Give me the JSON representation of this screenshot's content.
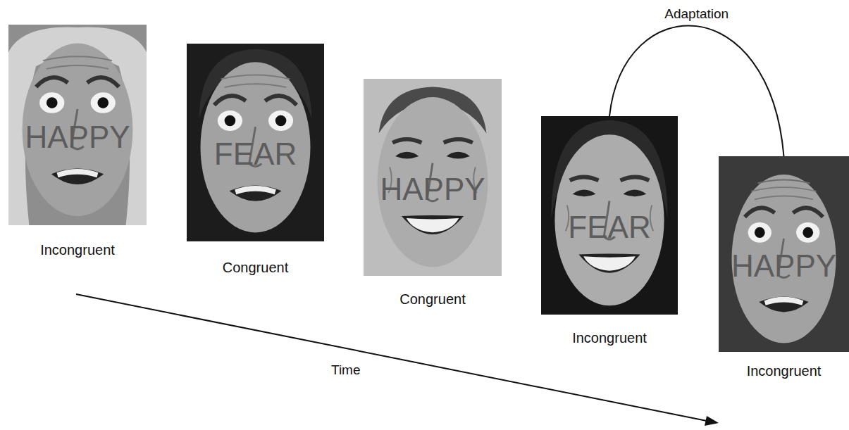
{
  "diagram": {
    "nodes": [
      {
        "text": [
          "HAPPY",
          "Incongruent"
        ]
      },
      {
        "text": [
          "FEAR",
          "Congruent"
        ]
      },
      {
        "text": [
          "HAPPY",
          "Congruent"
        ]
      },
      {
        "text": [
          "FEAR",
          "Incongruent"
        ]
      },
      {
        "text": [
          "HAPPY",
          "Incongruent"
        ]
      }
    ],
    "edges": [
      {
        "from": 3,
        "to": 4,
        "arrow": "none",
        "label": "Adaptation"
      }
    ],
    "labels": [
      "Time"
    ]
  }
}
